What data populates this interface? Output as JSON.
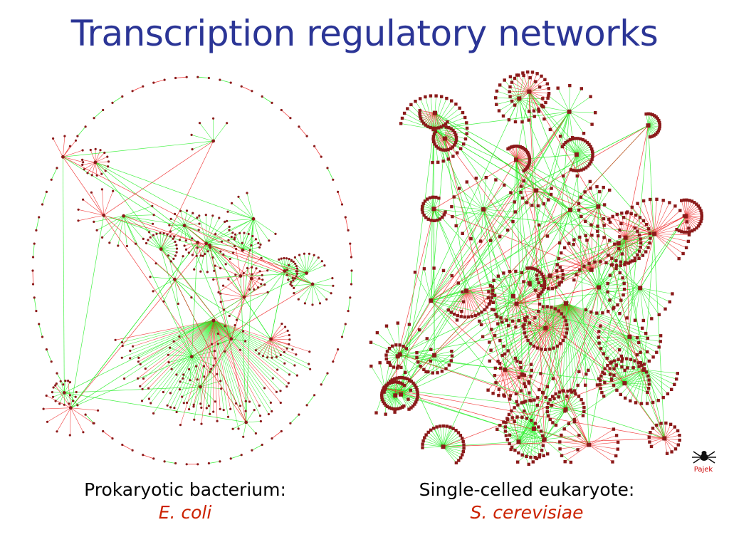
{
  "slide": {
    "title": "Transcription regulatory networks",
    "left_panel": {
      "caption_line1": "Prokaryotic bacterium:",
      "caption_line2": "E. coli"
    },
    "right_panel": {
      "caption_line1": "Single-celled eukaryote:",
      "caption_line2": "S. cerevisiae"
    },
    "logo_text": "Pajek",
    "colors": {
      "title": "#2b3596",
      "species": "#cc2200",
      "edge_green": "#22ee22",
      "edge_red": "#ee2222",
      "node": "#8b1a1a"
    }
  }
}
